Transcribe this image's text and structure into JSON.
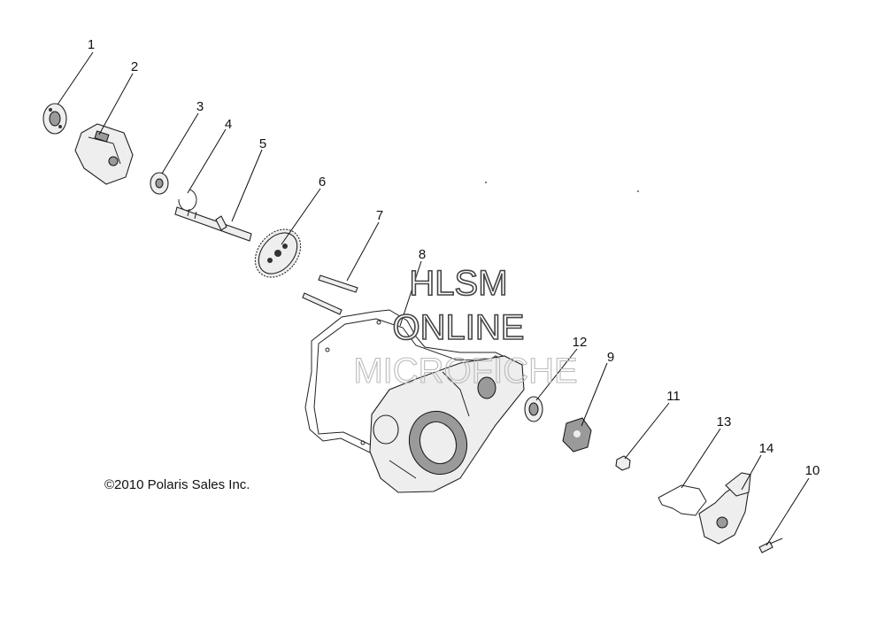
{
  "copyright": "©2010 Polaris Sales Inc.",
  "watermark": {
    "line1": "HLSM",
    "line2": "ONLINE",
    "line3": "MICROFICHE"
  },
  "callouts": [
    "1",
    "2",
    "3",
    "4",
    "5",
    "6",
    "7",
    "8",
    "9",
    "10",
    "11",
    "12",
    "13",
    "14"
  ]
}
